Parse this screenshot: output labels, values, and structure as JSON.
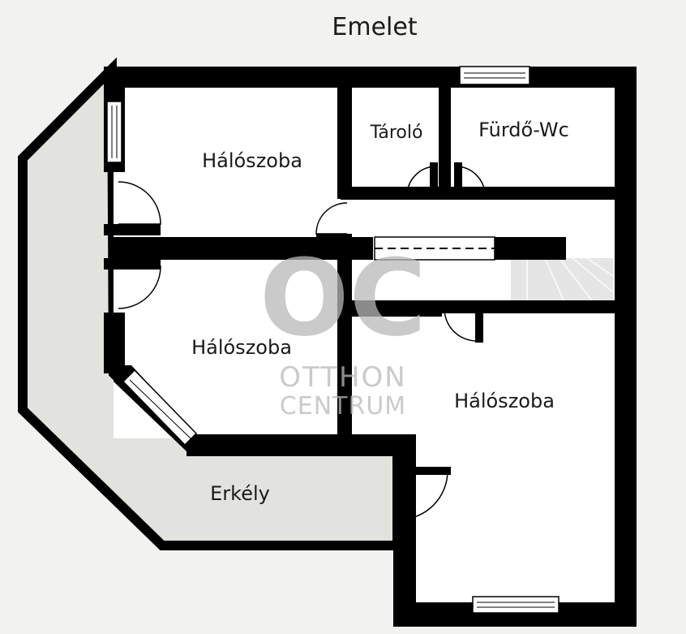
{
  "title": "Emelet",
  "rooms": {
    "bedroom_top_left": "Hálószoba",
    "storage": "Tároló",
    "bathroom": "Fürdő-Wc",
    "bedroom_bottom_left": "Hálószoba",
    "bedroom_right": "Hálószoba",
    "balcony": "Erkély"
  },
  "watermark": {
    "logo_letters": "OC",
    "line1": "OTTHON",
    "line2": "CENTRUM"
  },
  "colors": {
    "background": "#f2f2f0",
    "floor": "#ffffff",
    "wall": "#000000",
    "balcony": "#e2e2de",
    "watermark": "#b9b9b9"
  }
}
